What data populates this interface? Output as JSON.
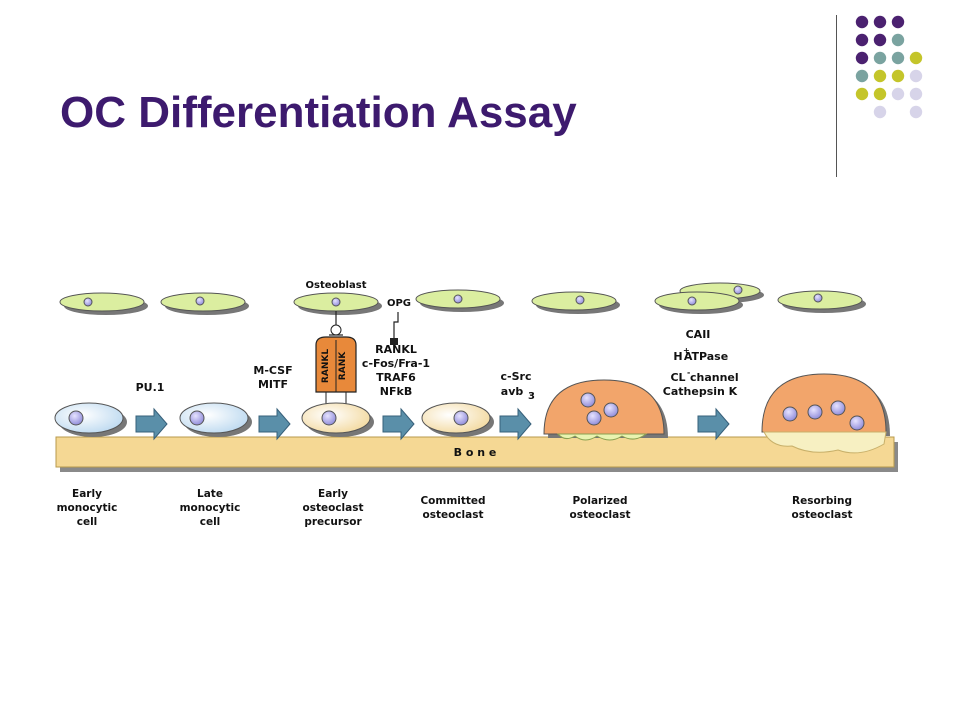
{
  "slide": {
    "title": "OC Differentiation Assay"
  },
  "colors": {
    "title": "#3d1a6e",
    "dot_purple": "#4b2170",
    "dot_teal": "#7aa3a0",
    "dot_yellow": "#c4c52a",
    "dot_lavender": "#d7d4e9",
    "osteoblast_fill": "#dbeea0",
    "bone_fill": "#f5d894",
    "receptor_fill": "#e8893a",
    "arrow_fill": "#5a8fa9",
    "osteoclast_fill": "#f2a56b"
  },
  "decoration_grid": [
    [
      "purple",
      "purple",
      "purple",
      ""
    ],
    [
      "purple",
      "purple",
      "teal",
      "",
      ""
    ],
    [
      "purple",
      "teal",
      "teal",
      "yellow"
    ],
    [
      "teal",
      "yellow",
      "yellow",
      "lavender"
    ],
    [
      "yellow",
      "yellow",
      "lavender",
      "lavender"
    ],
    [
      "",
      "lavender",
      "",
      "lavender"
    ]
  ],
  "diagram": {
    "bone_label": "B o n e",
    "osteoblast_label": "Osteoblast",
    "opg_label": "OPG",
    "receptor_labels": [
      "RANKL",
      "RANK"
    ],
    "factors": {
      "pu1": "PU.1",
      "mcsf": [
        "M-CSF",
        "MITF"
      ],
      "rankl_group": [
        "RANKL",
        "c-Fos/Fra-1",
        "TRAF6",
        "NFkB"
      ],
      "csrc": [
        "c-Src",
        "avb",
        "3"
      ],
      "cai": [
        "CAII",
        "H",
        "+",
        "ATPase",
        "CL",
        "-",
        " channel",
        "Cathepsin K"
      ]
    },
    "stages": [
      [
        "Early",
        "monocytic",
        "cell"
      ],
      [
        "Late",
        "monocytic",
        "cell"
      ],
      [
        "Early",
        "osteoclast",
        "precursor"
      ],
      [
        "Committed",
        "osteoclast"
      ],
      [
        "Polarized",
        "osteoclast"
      ],
      [
        "Resorbing",
        "osteoclast"
      ]
    ]
  }
}
